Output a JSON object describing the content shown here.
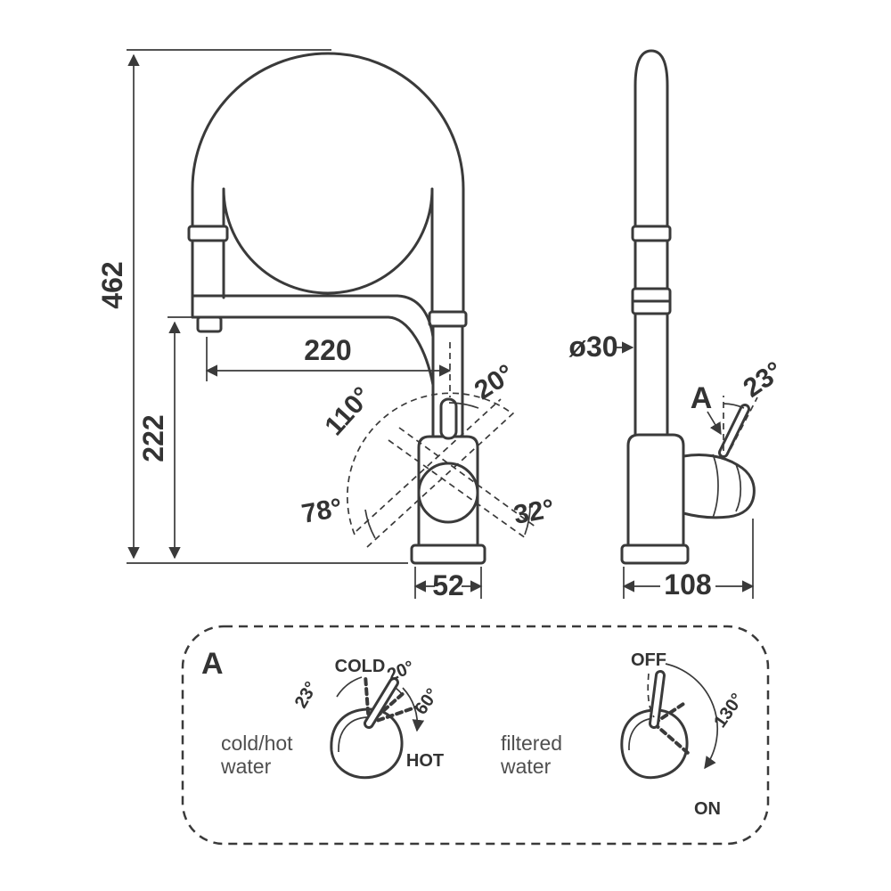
{
  "colors": {
    "line": "#3a3a3a",
    "text": "#333333",
    "caption": "#4f4f4f",
    "background": "#ffffff"
  },
  "front_view": {
    "height_total": "462",
    "spout_height": "222",
    "reach": "220",
    "base_width": "52",
    "angle_tilt": "20°",
    "angle_swivel": "110°",
    "angle_low_left": "78°",
    "angle_low_right": "32°"
  },
  "side_view": {
    "diameter": "ø30",
    "base_depth": "108",
    "lever_angle": "23°",
    "marker": "A"
  },
  "legend": {
    "marker": "A",
    "cold_hot": {
      "caption_line1": "cold/hot",
      "caption_line2": "water",
      "label_cold": "COLD",
      "label_hot": "HOT",
      "angle_left": "23°",
      "angle_mid": "20°",
      "angle_range": "60°"
    },
    "filtered": {
      "caption_line1": "filtered",
      "caption_line2": "water",
      "label_off": "OFF",
      "label_on": "ON",
      "angle_range": "130°"
    }
  }
}
